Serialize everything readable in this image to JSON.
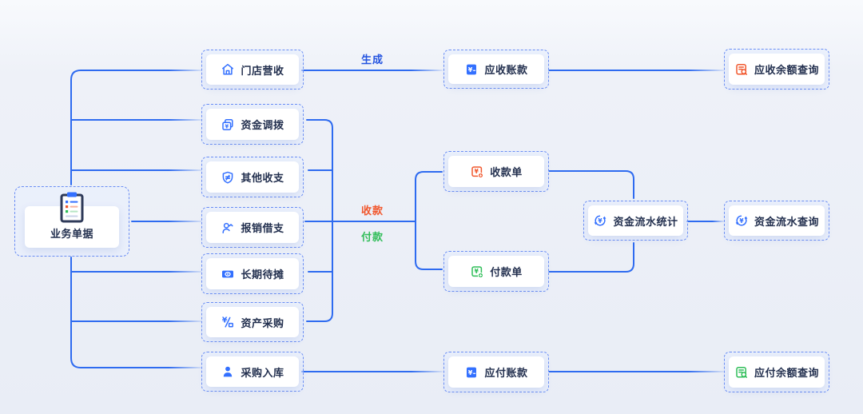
{
  "diagram": {
    "title": "fund-management-flow",
    "root": {
      "label": "业务单据",
      "icon": "clipboard-icon"
    },
    "nodes": {
      "store_revenue": {
        "label": "门店营收",
        "icon": "store-icon",
        "accent": "#3370ff"
      },
      "fund_transfer": {
        "label": "资金调拨",
        "icon": "fund-transfer-icon",
        "accent": "#3370ff"
      },
      "other_income_expense": {
        "label": "其他收支",
        "icon": "shield-icon",
        "accent": "#3370ff"
      },
      "reimbursement": {
        "label": "报销借支",
        "icon": "person-caret-icon",
        "accent": "#3370ff"
      },
      "long_term_deferred": {
        "label": "长期待摊",
        "icon": "banknote-eye-icon",
        "accent": "#3370ff"
      },
      "asset_purchase": {
        "label": "资产采购",
        "icon": "yen-box-icon",
        "accent": "#3370ff"
      },
      "purchase_inbound": {
        "label": "采购入库",
        "icon": "person-filled-icon",
        "accent": "#3370ff"
      },
      "accounts_receivable": {
        "label": "应收账款",
        "icon": "doc-yuan-icon",
        "accent": "#3370ff"
      },
      "receipt_voucher": {
        "label": "收款单",
        "icon": "receipt-doc-icon",
        "accent": "#f1582e"
      },
      "payment_voucher": {
        "label": "付款单",
        "icon": "payment-doc-icon",
        "accent": "#2fbe58"
      },
      "accounts_payable": {
        "label": "应付账款",
        "icon": "doc-yuan-icon",
        "accent": "#3370ff"
      },
      "fund_flow_stats": {
        "label": "资金流水统计",
        "icon": "cycle-yuan-icon",
        "accent": "#3370ff"
      },
      "receivable_balance_query": {
        "label": "应收余额查询",
        "icon": "doc-search-icon",
        "accent": "#f1582e"
      },
      "fund_flow_query": {
        "label": "资金流水查询",
        "icon": "cycle-yuan-icon",
        "accent": "#3370ff"
      },
      "payable_balance_query": {
        "label": "应付余额查询",
        "icon": "doc-search-icon",
        "accent": "#2fbe58"
      }
    },
    "edge_labels": {
      "generate": {
        "text": "生成",
        "color": "#2454e0"
      },
      "receive": {
        "text": "收款",
        "color": "#f1582e"
      },
      "pay": {
        "text": "付款",
        "color": "#31bd59"
      }
    },
    "colors": {
      "line": "#2e6bf0",
      "dashed_border": "#6b8ef4",
      "background": "#eef1f8",
      "label_text": "#23304f"
    }
  }
}
